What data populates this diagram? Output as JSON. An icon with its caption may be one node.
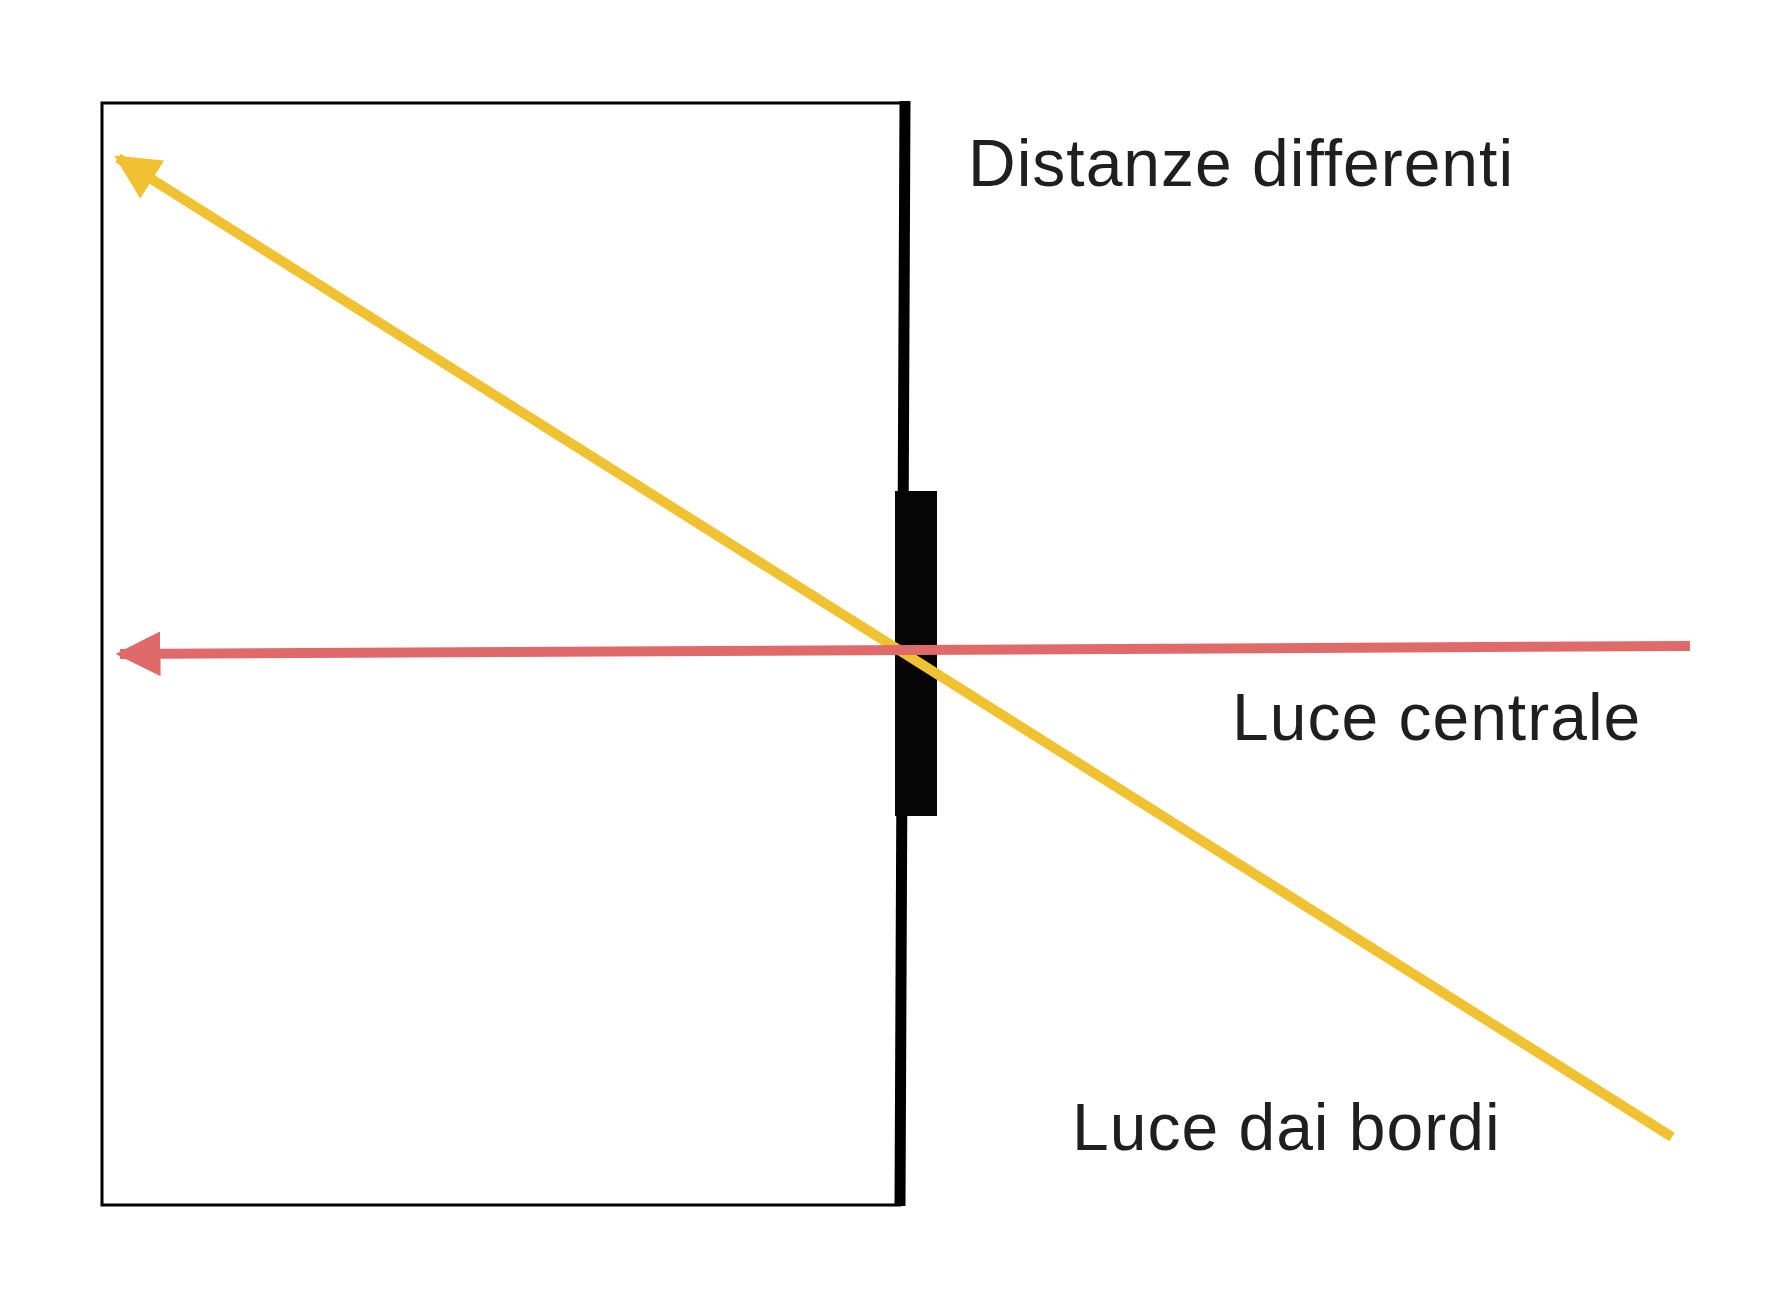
{
  "diagram": {
    "labels": [
      "Distanze differenti",
      "Luce centrale",
      "Luce dai bordi"
    ]
  }
}
